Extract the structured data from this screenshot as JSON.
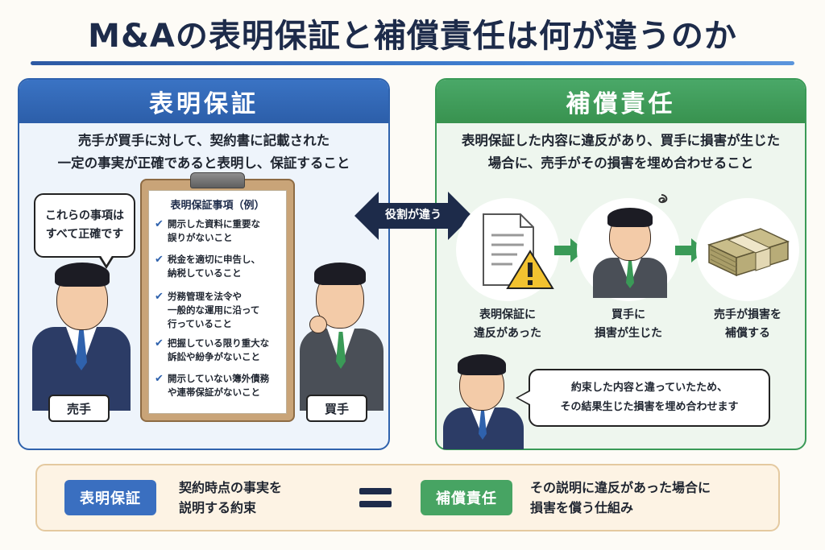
{
  "title": "M&Aの表明保証と補償責任は何が違うのか",
  "left_panel": {
    "header": "表明保証",
    "description_line1": "売手が買手に対して、契約書に記載された",
    "description_line2": "一定の事実が正確であると表明し、保証すること",
    "seller_bubble_line1": "これらの事項は",
    "seller_bubble_line2": "すべて正確です",
    "seller_tag": "売手",
    "buyer_tag": "買手",
    "clipboard_title": "表明保証事項（例）",
    "clipboard_items": [
      {
        "line1": "開示した資料に重要な",
        "line2": "誤りがないこと",
        "line3": ""
      },
      {
        "line1": "税金を適切に申告し、",
        "line2": "納税していること",
        "line3": ""
      },
      {
        "line1": "労務管理を法令や",
        "line2": "一般的な運用に沿って",
        "line3": "行っていること"
      },
      {
        "line1": "把握している限り重大な",
        "line2": "訴訟や紛争がないこと",
        "line3": ""
      },
      {
        "line1": "開示していない簿外債務",
        "line2": "や連帯保証がないこと",
        "line3": ""
      }
    ]
  },
  "middle_arrow_label": "役割が違う",
  "right_panel": {
    "header": "補償責任",
    "description_line1": "表明保証した内容に違反があり、買手に損害が生じた",
    "description_line2": "場合に、売手がその損害を埋め合わせること",
    "steps": [
      {
        "line1": "表明保証に",
        "line2": "違反があった",
        "icon": "document-warning-icon"
      },
      {
        "line1": "買手に",
        "line2": "損害が生じた",
        "icon": "worried-buyer-icon"
      },
      {
        "line1": "売手が損害を",
        "line2": "補償する",
        "icon": "money-stack-icon"
      }
    ],
    "seller_bubble_line1": "約束した内容と違っていたため、",
    "seller_bubble_line2": "その結果生じた損害を埋め合わせます"
  },
  "summary": {
    "left_pill": "表明保証",
    "left_text_line1": "契約時点の事実を",
    "left_text_line2": "説明する約束",
    "right_pill": "補償責任",
    "right_text_line1": "その説明に違反があった場合に",
    "right_text_line2": "損害を償う仕組み"
  },
  "colors": {
    "navy": "#1d2b4a",
    "blue": "#2f62ad",
    "green": "#3a9a57",
    "warning": "#f2c230"
  }
}
